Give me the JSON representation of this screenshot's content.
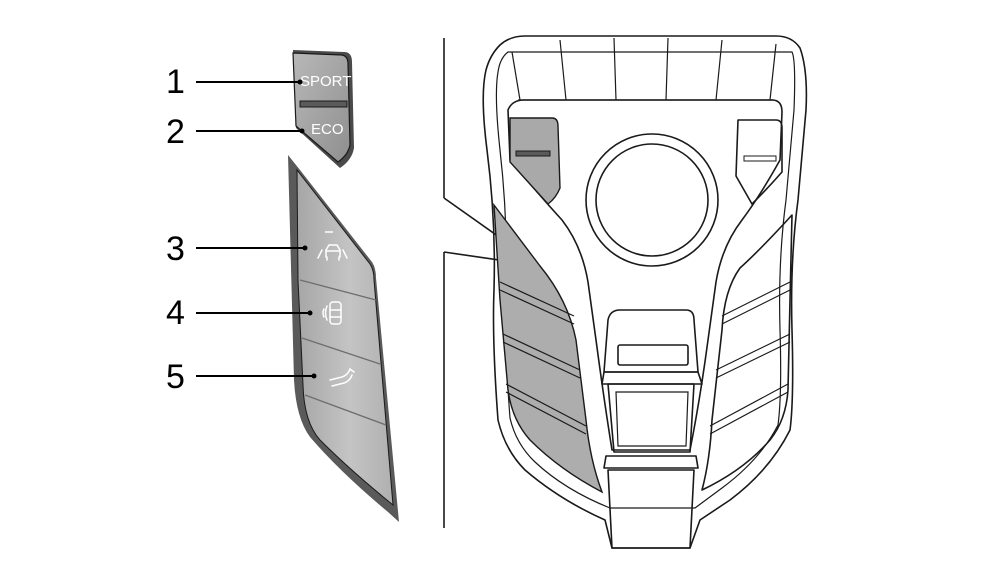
{
  "callouts": [
    {
      "number": "1"
    },
    {
      "number": "2"
    },
    {
      "number": "3"
    },
    {
      "number": "4"
    },
    {
      "number": "5"
    }
  ],
  "mode_switch": {
    "top_label": "SPORT",
    "bottom_label": "ECO"
  },
  "buttons": [
    {
      "icon": "lane-assist-car-icon"
    },
    {
      "icon": "parking-sensor-icon"
    },
    {
      "icon": "hill-descent-icon"
    }
  ],
  "colors": {
    "panel_gray": "#b9b9b9",
    "bezel_dark": "#595959",
    "switch_gray": "#a9a9a9",
    "outline": "#1a1a1a",
    "highlight_gray": "#adadad"
  }
}
